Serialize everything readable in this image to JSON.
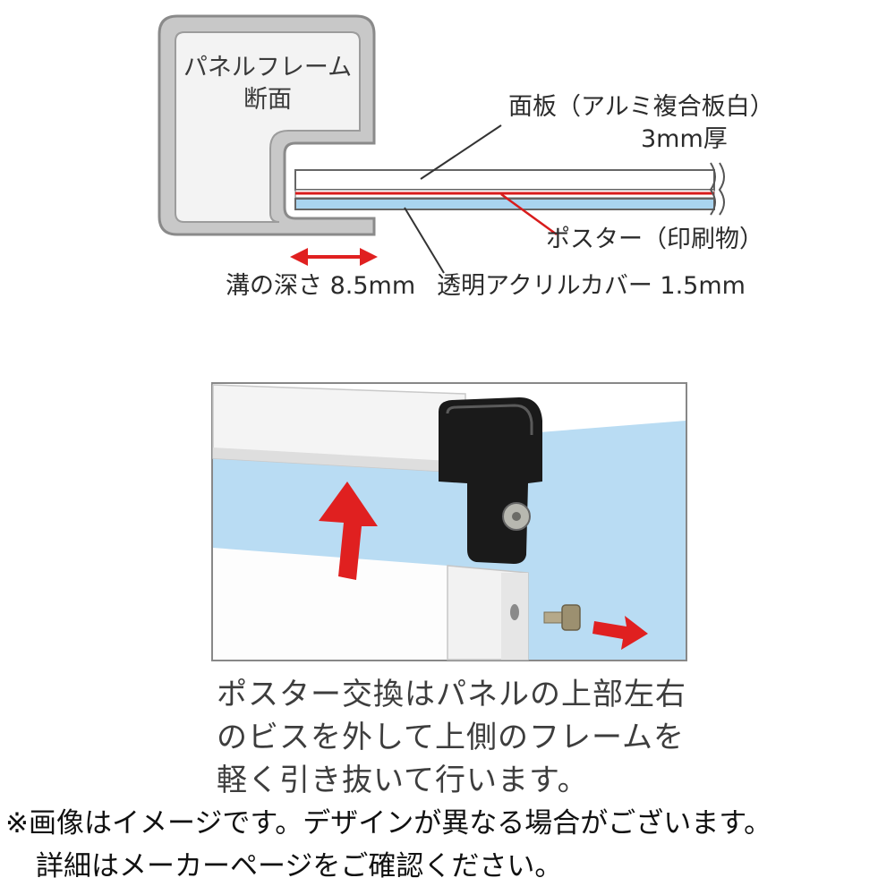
{
  "cross_section": {
    "frame_title_line1": "パネルフレーム",
    "frame_title_line2": "断面",
    "face_plate_line1": "面板（アルミ複合板白）",
    "face_plate_line2": "3mm厚",
    "poster_label": "ポスター（印刷物）",
    "groove_label": "溝の深さ 8.5mm",
    "acrylic_label": "透明アクリルカバー 1.5mm"
  },
  "instructions": {
    "line1": "ポスター交換はパネルの上部左右",
    "line2": "のビスを外して上側のフレームを",
    "line3": "軽く引き抜いて行います。"
  },
  "notes": {
    "line1": "※画像はイメージです。デザインが異なる場合がございます。",
    "line2": "詳細はメーカーページをご確認ください。"
  },
  "colors": {
    "frame_gray": "#9a9a9a",
    "arrow_red": "#e02020",
    "poster_red": "#d81c1c",
    "acrylic_blue": "#a9d4ef",
    "sky_blue": "#b9dcf3"
  }
}
